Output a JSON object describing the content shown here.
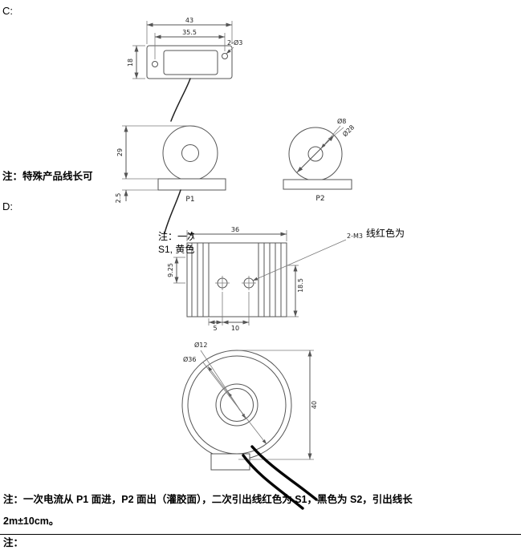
{
  "page": {
    "section_c_label": "C:",
    "section_d_label": "D:",
    "note_c": "注：特殊产品线长可",
    "note_bottom_line1": "注：一次电流从 P1 面进，P2 面出（灌胶面），二次引出线红色为 S1，黑色为 S2，引出线长",
    "note_bottom_line2": "2m±10cm。",
    "note_next_row_partial": "注："
  },
  "drawing_c": {
    "top_view": {
      "dim_outer_width": "43",
      "dim_hole_spacing": "35.5",
      "dim_height": "18",
      "hole_callout": "2-Ø3"
    },
    "p1": {
      "label": "P1",
      "dim_height": "29",
      "dim_base_height": "2.5"
    },
    "p2": {
      "label": "P2",
      "dim_hole": "Ø8",
      "dim_outer": "Ø28"
    }
  },
  "drawing_d": {
    "text_fragment_left_1": "注：一次",
    "text_fragment_left_2": "S1, 黄色",
    "text_fragment_right": "线红色为",
    "top_view": {
      "dim_width": "36",
      "thread_callout": "2-M3",
      "dim_hole_offset_y": "9.25",
      "dim_right_height": "18.5",
      "dim_hole_offset_x": "5",
      "dim_hole_spacing": "10"
    },
    "front_view": {
      "dim_inner_hole": "Ø12",
      "dim_inner_ring": "Ø36",
      "dim_outer_height": "40"
    }
  }
}
